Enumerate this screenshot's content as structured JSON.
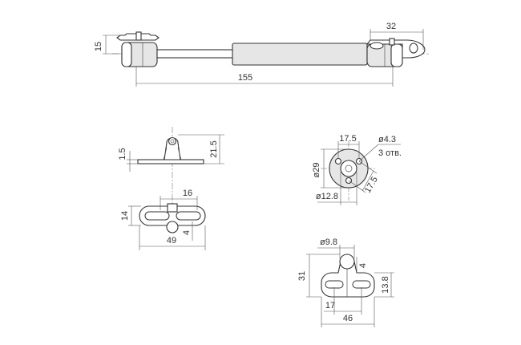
{
  "dimensions": {
    "gas_spring": {
      "height": "15",
      "end_width": "32",
      "length": "155"
    },
    "bracket_side": {
      "plate_thickness": "1.5",
      "height": "21.5"
    },
    "bracket_top": {
      "pitch": "16",
      "width": "14",
      "offset": "4",
      "length": "49"
    },
    "flange": {
      "bolt_circle": "17.5",
      "hole_dia": "ø4.3",
      "hole_count": "3 отв.",
      "outer_dia": "ø29",
      "inner_dia": "ø12.8",
      "diag": "17.5"
    },
    "ball_bracket": {
      "ball_dia": "ø9.8",
      "height": "31",
      "offset": "4",
      "plate_height": "13.8",
      "pitch": "17",
      "length": "46"
    }
  }
}
